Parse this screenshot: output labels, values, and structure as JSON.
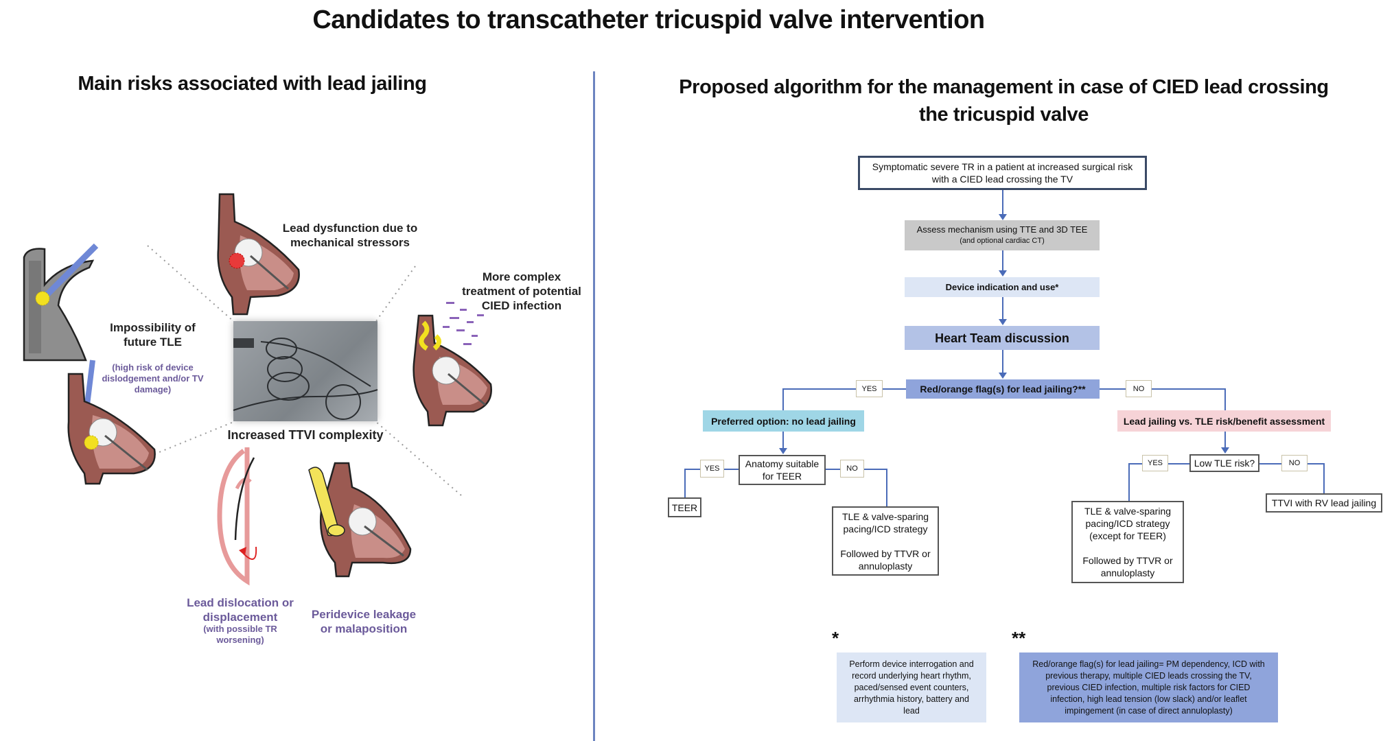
{
  "title": "Candidates to transcatheter tricuspid valve intervention",
  "left_panel": {
    "heading": "Main risks associated with lead jailing",
    "center_image_label": "Increased TTVI complexity",
    "risks": [
      {
        "label": "Lead dysfunction due to mechanical stressors"
      },
      {
        "label": "More complex treatment of potential CIED infection"
      },
      {
        "label": "Impossibility of future TLE",
        "note": "(high risk of device dislodgement and/or TV damage)"
      },
      {
        "label": "Lead dislocation or displacement",
        "note": "(with possible TR worsening)"
      },
      {
        "label": "Peridevice leakage or malaposition"
      }
    ]
  },
  "right_panel": {
    "heading_line1": "Proposed algorithm for the management in case of CIED lead crossing",
    "heading_line2": "the tricuspid valve",
    "nodes": {
      "start": {
        "line1": "Symptomatic severe TR in a patient at increased surgical risk",
        "line2": "with a CIED lead crossing the TV"
      },
      "assess": {
        "line1": "Assess mechanism using TTE and 3D TEE",
        "line2": "(and optional cardiac CT)"
      },
      "device": "Device indication and use*",
      "heart_team": "Heart Team discussion",
      "red_flag": "Red/orange flag(s) for lead jailing?**",
      "preferred": "Preferred option: no lead jailing",
      "risk_benefit": "Lead jailing vs. TLE risk/benefit assessment",
      "anatomy": {
        "line1": "Anatomy suitable",
        "line2": "for TEER"
      },
      "teer": "TEER",
      "tle_left": {
        "line1": "TLE & valve-sparing",
        "line2": "pacing/ICD strategy",
        "line3": "Followed by TTVR or",
        "line4": "annuloplasty"
      },
      "low_tle": "Low TLE risk?",
      "tle_right": {
        "line1": "TLE & valve-sparing",
        "line2": "pacing/ICD strategy",
        "line3": "(except for TEER)",
        "line4": "Followed by TTVR or",
        "line5": "annuloplasty"
      },
      "ttvi": "TTVI with RV lead jailing"
    },
    "tags": {
      "yes": "YES",
      "no": "NO"
    },
    "footnotes": [
      {
        "marker": "*",
        "text": "Perform device interrogation and record underlying heart rhythm, paced/sensed event counters, arrhythmia history, battery and lead"
      },
      {
        "marker": "**",
        "text": "Red/orange flag(s) for lead jailing= PM dependency, ICD with previous therapy, multiple CIED leads crossing the TV, previous CIED infection, multiple risk factors for CIED infection, high lead tension (low slack) and/or leaflet impingement (in case of direct annuloplasty)"
      }
    ],
    "colors": {
      "connector": "#4a6bb8",
      "heart_team": "#b3c2e6",
      "red_flag": "#8fa4db",
      "preferred": "#9fd6e6",
      "risk_benefit": "#f6d3d7"
    }
  }
}
